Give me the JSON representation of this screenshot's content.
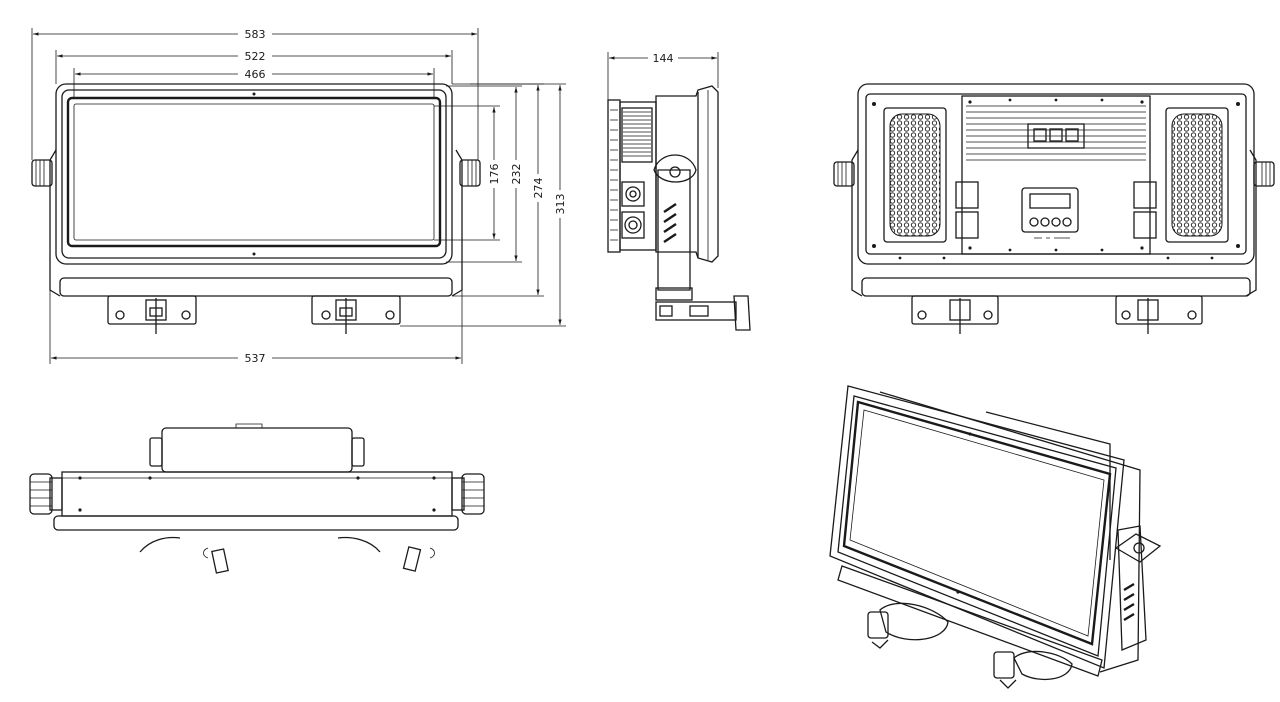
{
  "dimensions": {
    "overall_width_top": "583",
    "frame_width": "522",
    "window_width": "466",
    "window_height": "176",
    "frame_height": "232",
    "body_height": "274",
    "overall_height": "313",
    "bottom_width": "537",
    "depth": "144"
  },
  "views": [
    "front-view",
    "side-view",
    "rear-view",
    "top-view",
    "isometric-view"
  ],
  "colors": {
    "line": "#1a1a1a",
    "background": "#ffffff"
  }
}
